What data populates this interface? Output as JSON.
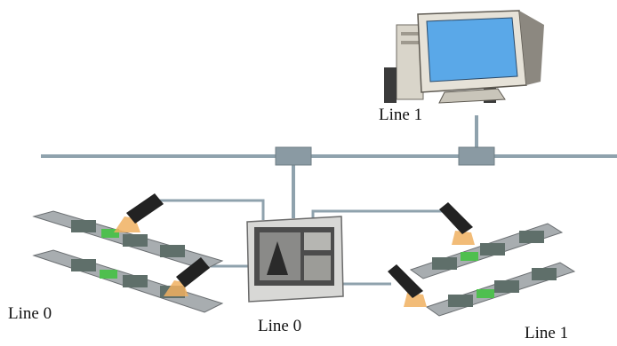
{
  "labels": {
    "monitor": "Line 1",
    "left_conveyor": "Line 0",
    "center_controller": "Line 0",
    "right_conveyor": "Line 1"
  },
  "colors": {
    "network_line": "#8fa2ad",
    "switch_box": "#8a9aa3",
    "conveyor_frame": "#a8adb0",
    "conveyor_part": "#5f6f6a",
    "conveyor_highlight": "#4fbf4f",
    "camera_body": "#222222",
    "camera_light": "#f0b060",
    "monitor_screen": "#5aa8e8",
    "monitor_case": "#e6e2d8"
  },
  "icons": {
    "monitor": "desktop-computer-icon",
    "controller": "vision-controller-icon",
    "camera": "camera-icon",
    "switch": "network-switch-icon",
    "conveyor": "conveyor-line-icon"
  }
}
